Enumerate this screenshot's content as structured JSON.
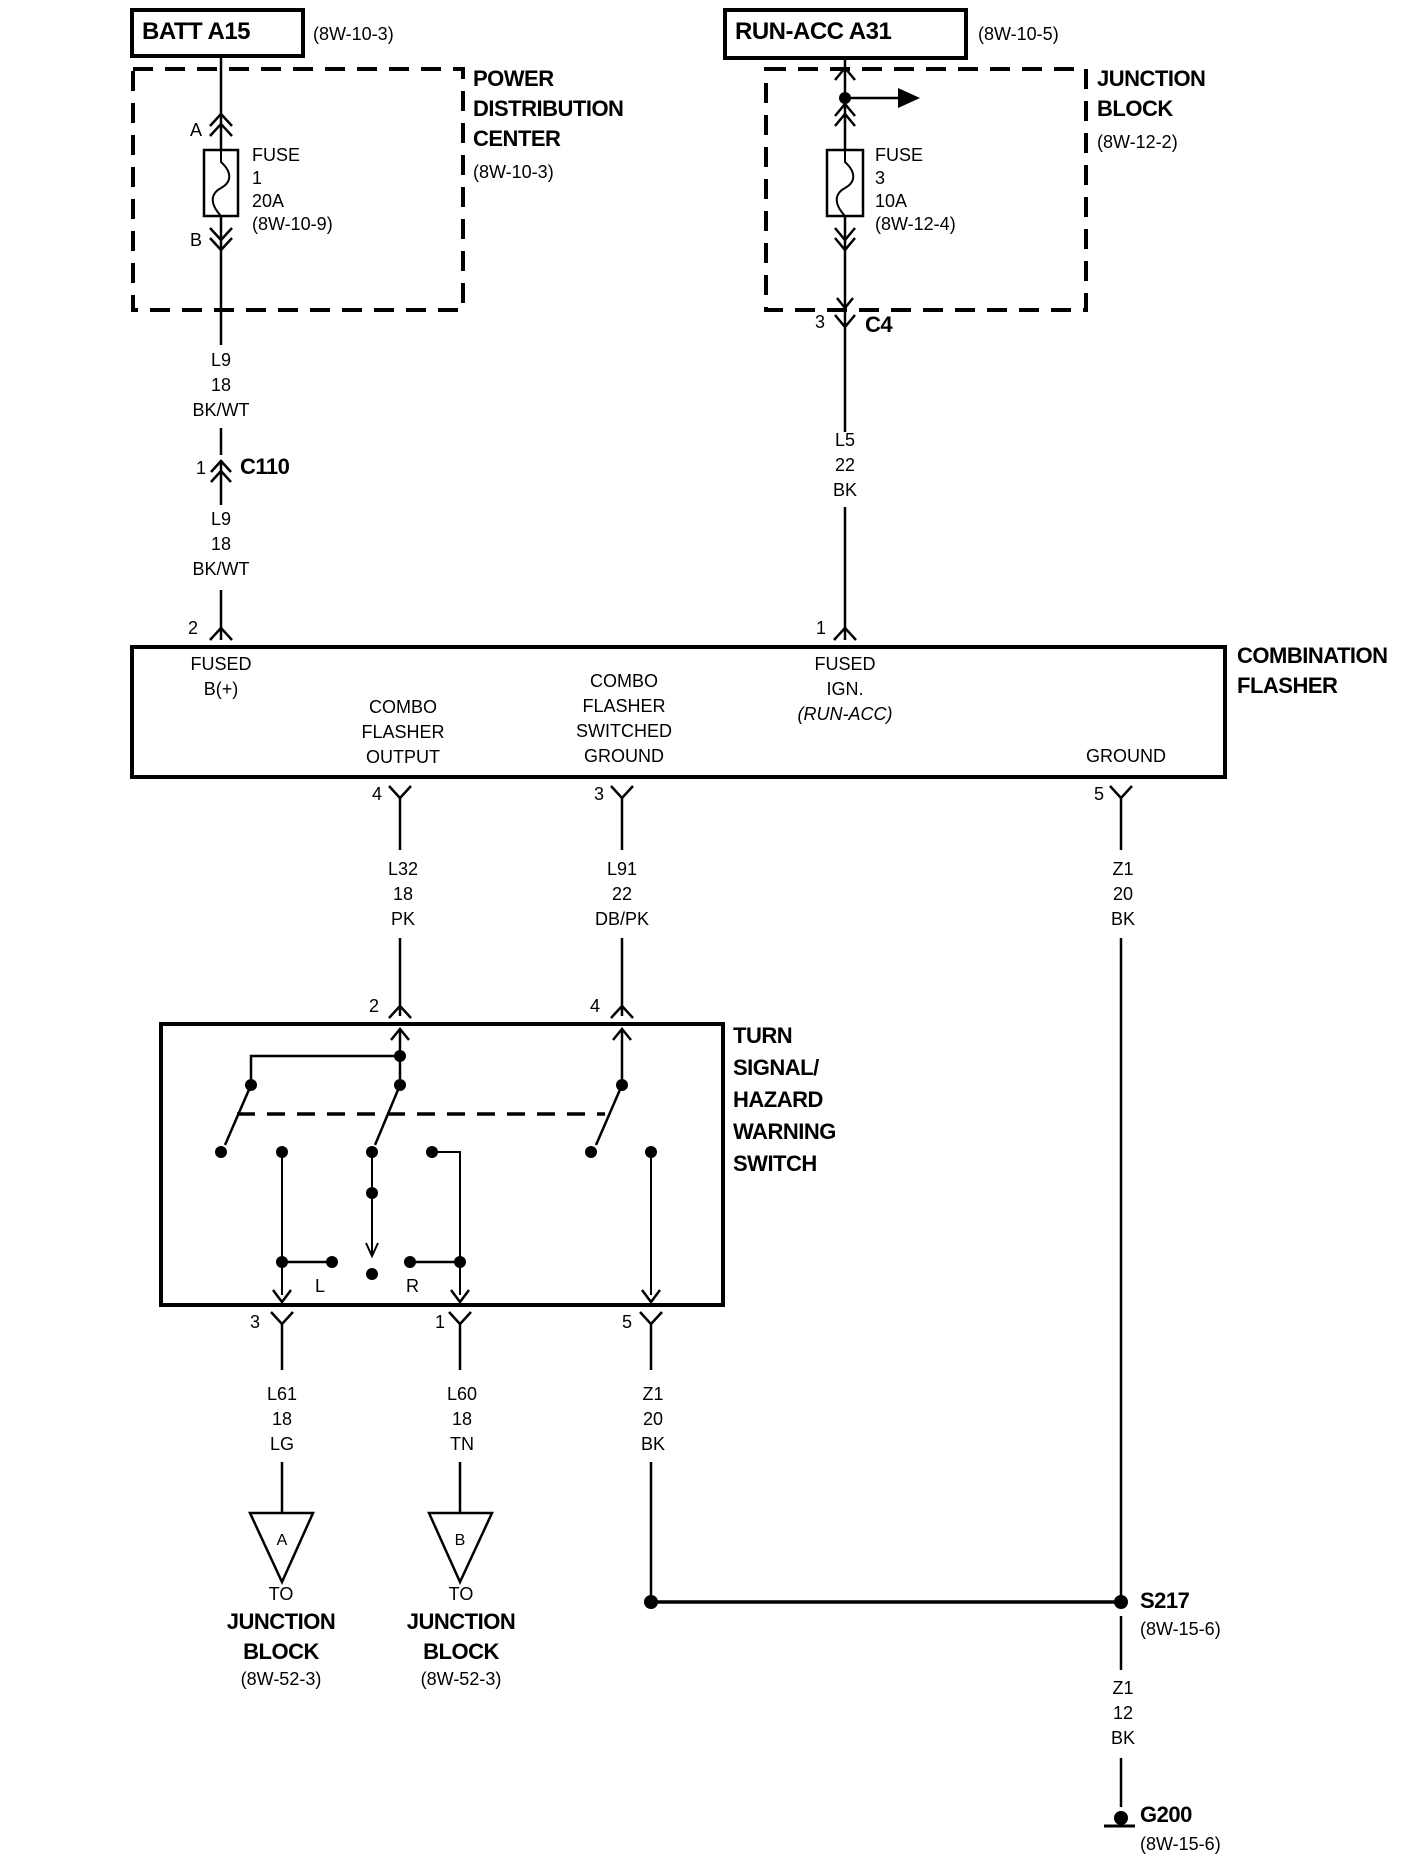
{
  "sources": {
    "batt": {
      "label": "BATT A15",
      "ref": "(8W-10-3)"
    },
    "run_acc": {
      "label": "RUN-ACC A31",
      "ref": "(8W-10-5)"
    }
  },
  "components": {
    "pdc": {
      "name_lines": [
        "POWER",
        "DISTRIBUTION",
        "CENTER"
      ],
      "ref": "(8W-10-3)",
      "fuse": {
        "label": "FUSE",
        "number": "1",
        "rating": "20A",
        "ref": "(8W-10-9)",
        "pin_top": "A",
        "pin_bottom": "B"
      }
    },
    "junction_block": {
      "name_lines": [
        "JUNCTION",
        "BLOCK"
      ],
      "ref": "(8W-12-2)",
      "fuse": {
        "label": "FUSE",
        "number": "3",
        "rating": "10A",
        "ref": "(8W-12-4)"
      }
    },
    "combination_flasher": {
      "name_lines": [
        "COMBINATION",
        "FLASHER"
      ],
      "pins": [
        {
          "pin": "2",
          "label_lines": [
            "FUSED",
            "B(+)"
          ]
        },
        {
          "pin": "4",
          "label_lines": [
            "COMBO",
            "FLASHER",
            "OUTPUT"
          ]
        },
        {
          "pin": "3",
          "label_lines": [
            "COMBO",
            "FLASHER",
            "SWITCHED",
            "GROUND"
          ]
        },
        {
          "pin": "1",
          "label_lines": [
            "FUSED",
            "IGN.",
            "(RUN-ACC)"
          ]
        },
        {
          "pin": "5",
          "label_lines": [
            "GROUND"
          ]
        }
      ]
    },
    "turn_signal_switch": {
      "name_lines": [
        "TURN",
        "SIGNAL/",
        "HAZARD",
        "WARNING",
        "SWITCH"
      ],
      "in_pins": [
        "2",
        "4"
      ],
      "out_pins": [
        "3",
        "1",
        "5"
      ],
      "contact_labels": [
        "L",
        "R"
      ]
    }
  },
  "connectors": {
    "c110": {
      "name": "C110",
      "pin": "1"
    },
    "c4": {
      "name": "C4",
      "pin": "3"
    }
  },
  "wires": {
    "l9_upper": {
      "circuit": "L9",
      "gauge": "18",
      "color": "BK/WT"
    },
    "l9_lower": {
      "circuit": "L9",
      "gauge": "18",
      "color": "BK/WT"
    },
    "l5": {
      "circuit": "L5",
      "gauge": "22",
      "color": "BK"
    },
    "l32": {
      "circuit": "L32",
      "gauge": "18",
      "color": "PK"
    },
    "l91": {
      "circuit": "L91",
      "gauge": "22",
      "color": "DB/PK"
    },
    "z1_flasher": {
      "circuit": "Z1",
      "gauge": "20",
      "color": "BK"
    },
    "l61": {
      "circuit": "L61",
      "gauge": "18",
      "color": "LG"
    },
    "l60": {
      "circuit": "L60",
      "gauge": "18",
      "color": "TN"
    },
    "z1_switch": {
      "circuit": "Z1",
      "gauge": "20",
      "color": "BK"
    },
    "z1_ground": {
      "circuit": "Z1",
      "gauge": "12",
      "color": "BK"
    }
  },
  "offpage": {
    "a": {
      "letter": "A",
      "to": "TO",
      "dest_lines": [
        "JUNCTION",
        "BLOCK"
      ],
      "ref": "(8W-52-3)"
    },
    "b": {
      "letter": "B",
      "to": "TO",
      "dest_lines": [
        "JUNCTION",
        "BLOCK"
      ],
      "ref": "(8W-52-3)"
    }
  },
  "splice": {
    "name": "S217",
    "ref": "(8W-15-6)"
  },
  "ground": {
    "name": "G200",
    "ref": "(8W-15-6)"
  }
}
